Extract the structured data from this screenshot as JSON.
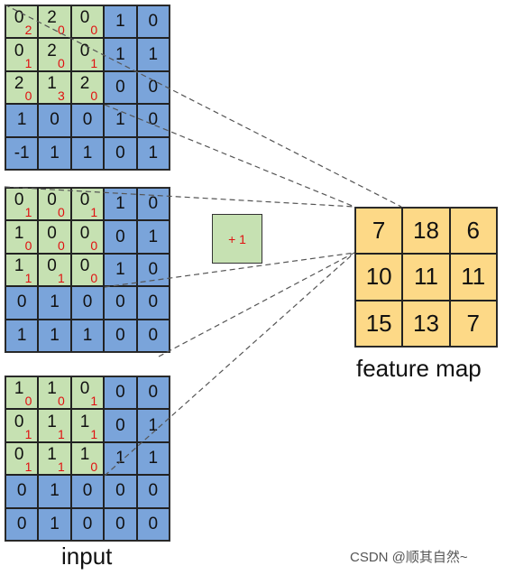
{
  "inputs": [
    {
      "rows": [
        [
          {
            "v": "0",
            "w": "2"
          },
          {
            "v": "2",
            "w": "0"
          },
          {
            "v": "0",
            "w": "0"
          },
          {
            "v": "1"
          },
          {
            "v": "0"
          }
        ],
        [
          {
            "v": "0",
            "w": "1"
          },
          {
            "v": "2",
            "w": "0"
          },
          {
            "v": "0",
            "w": "1"
          },
          {
            "v": "1"
          },
          {
            "v": "1"
          }
        ],
        [
          {
            "v": "2",
            "w": "0"
          },
          {
            "v": "1",
            "w": "3"
          },
          {
            "v": "2",
            "w": "0"
          },
          {
            "v": "0"
          },
          {
            "v": "0"
          }
        ],
        [
          {
            "v": "1"
          },
          {
            "v": "0"
          },
          {
            "v": "0"
          },
          {
            "v": "1"
          },
          {
            "v": "0"
          }
        ],
        [
          {
            "v": "-1"
          },
          {
            "v": "1"
          },
          {
            "v": "1"
          },
          {
            "v": "0"
          },
          {
            "v": "1"
          }
        ]
      ]
    },
    {
      "rows": [
        [
          {
            "v": "0",
            "w": "1"
          },
          {
            "v": "0",
            "w": "0"
          },
          {
            "v": "0",
            "w": "1"
          },
          {
            "v": "1"
          },
          {
            "v": "0"
          }
        ],
        [
          {
            "v": "1",
            "w": "0"
          },
          {
            "v": "0",
            "w": "0"
          },
          {
            "v": "0",
            "w": "0"
          },
          {
            "v": "0"
          },
          {
            "v": "1"
          }
        ],
        [
          {
            "v": "1",
            "w": "1"
          },
          {
            "v": "0",
            "w": "1"
          },
          {
            "v": "0",
            "w": "0"
          },
          {
            "v": "1"
          },
          {
            "v": "0"
          }
        ],
        [
          {
            "v": "0"
          },
          {
            "v": "1"
          },
          {
            "v": "0"
          },
          {
            "v": "0"
          },
          {
            "v": "0"
          }
        ],
        [
          {
            "v": "1"
          },
          {
            "v": "1"
          },
          {
            "v": "1"
          },
          {
            "v": "0"
          },
          {
            "v": "0"
          }
        ]
      ]
    },
    {
      "rows": [
        [
          {
            "v": "1",
            "w": "0"
          },
          {
            "v": "1",
            "w": "0"
          },
          {
            "v": "0",
            "w": "1"
          },
          {
            "v": "0"
          },
          {
            "v": "0"
          }
        ],
        [
          {
            "v": "0",
            "w": "1"
          },
          {
            "v": "1",
            "w": "1"
          },
          {
            "v": "1",
            "w": "1"
          },
          {
            "v": "0"
          },
          {
            "v": "1"
          }
        ],
        [
          {
            "v": "0",
            "w": "1"
          },
          {
            "v": "1",
            "w": "1"
          },
          {
            "v": "1",
            "w": "0"
          },
          {
            "v": "1"
          },
          {
            "v": "1"
          }
        ],
        [
          {
            "v": "0"
          },
          {
            "v": "1"
          },
          {
            "v": "0"
          },
          {
            "v": "0"
          },
          {
            "v": "0"
          }
        ],
        [
          {
            "v": "0"
          },
          {
            "v": "1"
          },
          {
            "v": "0"
          },
          {
            "v": "0"
          },
          {
            "v": "0"
          }
        ]
      ]
    }
  ],
  "bias_label": "+ 1",
  "feature_map": [
    [
      "7",
      "18",
      "6"
    ],
    [
      "10",
      "11",
      "11"
    ],
    [
      "15",
      "13",
      "7"
    ]
  ],
  "feature_map_label": "feature map",
  "input_label": "input",
  "watermark": "CSDN @顺其自然~",
  "colors": {
    "input_cell": "#7aa4da",
    "kernel_cell": "#c6e1b2",
    "feature_cell": "#fdd987",
    "weight_text": "#e01010"
  }
}
